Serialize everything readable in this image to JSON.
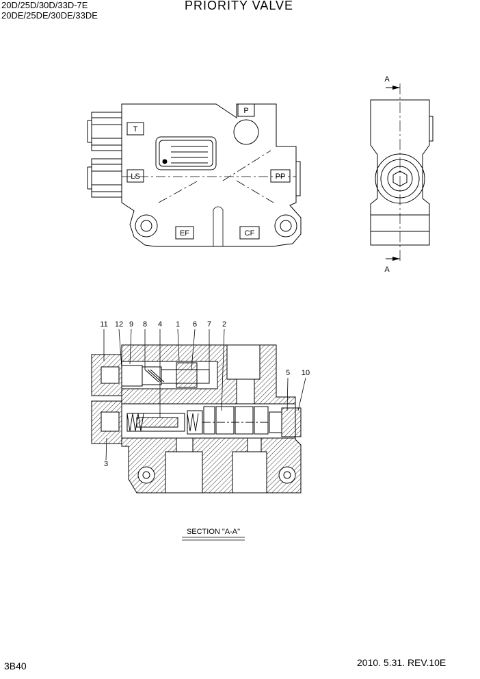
{
  "header": {
    "models_line1": "20D/25D/30D/33D-7E",
    "models_line2": "20DE/25DE/30DE/33DE",
    "title": "PRIORITY VALVE"
  },
  "footer": {
    "page_number": "3B40",
    "revision": "2010. 5.31.  REV.10E"
  },
  "front_view": {
    "port_labels": [
      "T",
      "LS",
      "P",
      "PP",
      "EF",
      "CF"
    ]
  },
  "side_view": {
    "section_marks": [
      "A",
      "A"
    ]
  },
  "section_view": {
    "part_callouts": [
      "11",
      "12",
      "9",
      "8",
      "4",
      "1",
      "6",
      "7",
      "2",
      "5",
      "10",
      "3"
    ],
    "caption": "SECTION \"A-A\""
  },
  "colors": {
    "line": "#000000",
    "background": "#ffffff"
  }
}
